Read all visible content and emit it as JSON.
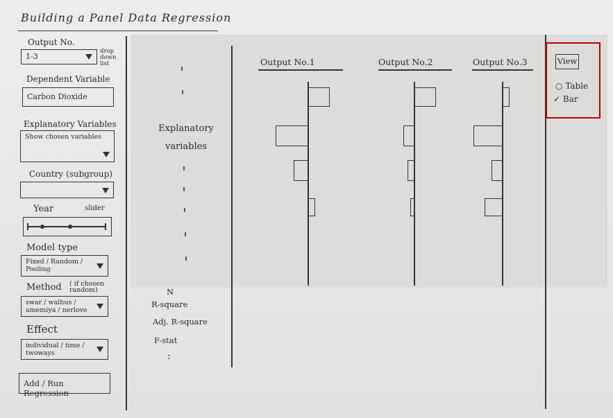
{
  "title": "Building a Panel Data Regression",
  "sidebar": {
    "output_no": {
      "label": "Output No.",
      "value": "1-3",
      "note": "drop down list"
    },
    "dependent": {
      "label": "Dependent Variable",
      "value": "Carbon Dioxide"
    },
    "explanatory": {
      "label": "Explanatory Variables",
      "value": "Show chosen variables"
    },
    "country": {
      "label": "Country (subgroup)",
      "value": ""
    },
    "year": {
      "label": "Year",
      "note": "slider"
    },
    "model_type": {
      "label": "Model type",
      "value": "Fixed / Random / Pooling"
    },
    "method": {
      "label": "Method",
      "note": "( if chosen random)",
      "value": "swar / walhus / amemiya / nerlove"
    },
    "effect": {
      "label": "Effect",
      "value": "individual / time / twoways"
    },
    "run_button": "Add / Run Regression"
  },
  "results": {
    "row_label": "Explanatory variables",
    "stats": [
      "N",
      "R-square",
      "Adj. R-square",
      "F-stat",
      ":"
    ],
    "outputs": [
      "Output No.1",
      "Output No.2",
      "Output No.3"
    ]
  },
  "view": {
    "label": "View",
    "options": [
      {
        "label": "Table",
        "selected": false
      },
      {
        "label": "Bar",
        "selected": true
      }
    ],
    "highlight_color": "#c00000"
  },
  "chart_data": {
    "type": "bar",
    "orientation": "horizontal",
    "categories": [
      "",
      "",
      "",
      ""
    ],
    "series": [
      {
        "values": [
          0.6,
          -0.9,
          -0.4,
          0.2
        ]
      },
      {
        "values": [
          0.6,
          -0.3,
          -0.2,
          -0.1
        ]
      },
      {
        "values": [
          0.2,
          -0.8,
          -0.3,
          -0.5
        ]
      }
    ]
  }
}
